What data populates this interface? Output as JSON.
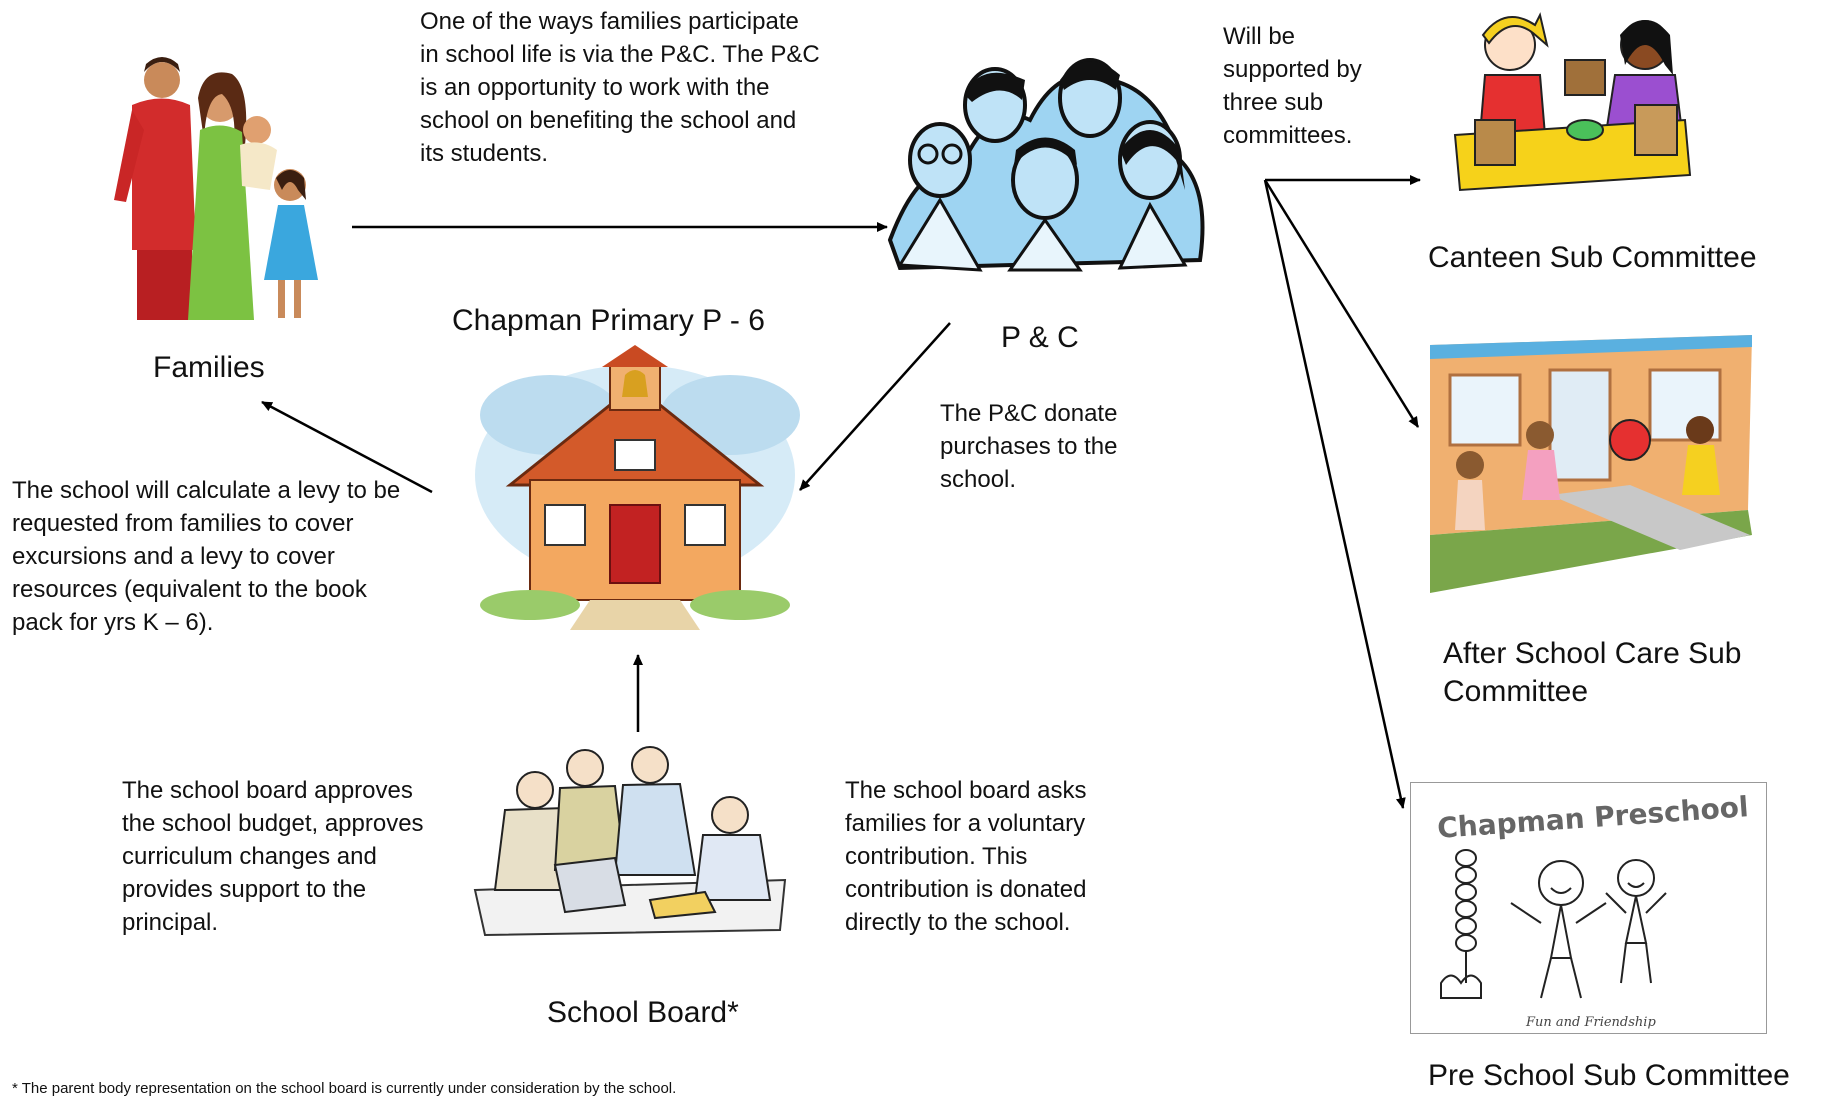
{
  "nodes": {
    "families": "Families",
    "school": "Chapman Primary P - 6",
    "pandc": "P & C",
    "board": "School Board*",
    "canteen": "Canteen Sub Committee",
    "afterschool": "After School Care Sub Committee",
    "preschool": "Pre School Sub Committee"
  },
  "notes": {
    "families_to_pc": "One of the ways families participate in school life is via the P&C.  The P&C is an opportunity to work with the school on benefiting the school and its students.",
    "pc_subcommittees": "Will be supported by three sub committees.",
    "pc_donate": "The P&C donate purchases to the school.",
    "school_levy": "The school will calculate a levy to be requested from families to cover excursions and a levy to cover resources (equivalent to the book pack for yrs  K – 6).",
    "board_approves": "The school board approves the school budget, approves curriculum changes and provides support to the principal.",
    "board_contribution": "The school board asks families for a voluntary contribution.  This contribution is donated directly to the school."
  },
  "preschool_logo": {
    "title": "Chapman Preschool",
    "tagline": "Fun and Friendship"
  },
  "footnote": "* The parent body representation on the school board is currently under consideration by the school."
}
